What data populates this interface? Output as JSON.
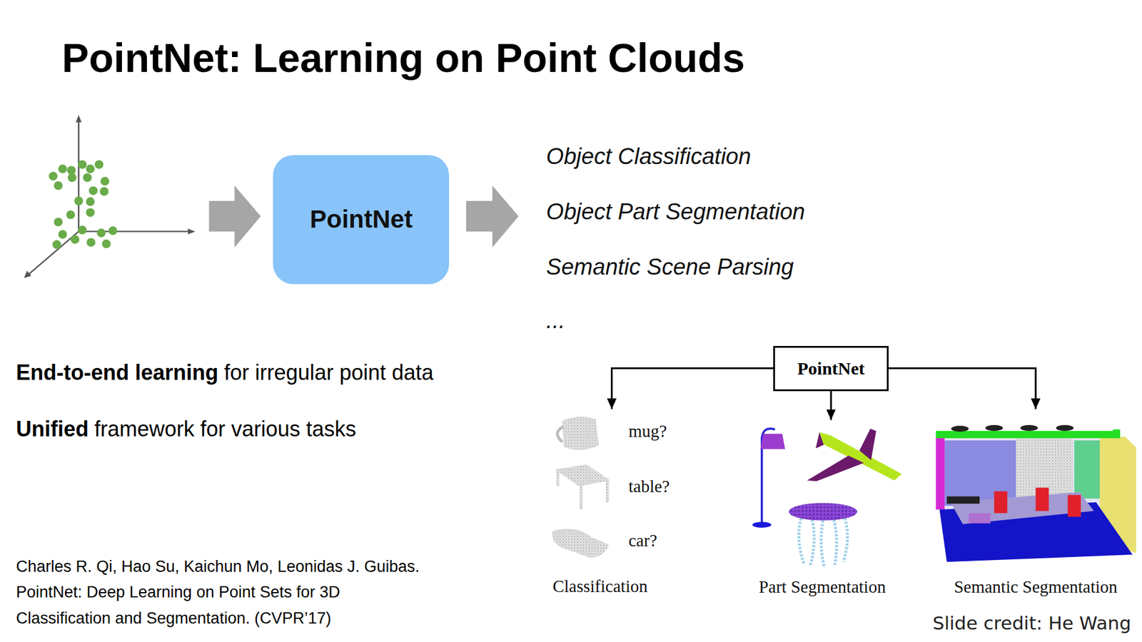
{
  "diagram": {
    "title": "PointNet: Learning on Point Clouds",
    "nodes": [
      {
        "text": [
          "PointNet"
        ]
      },
      {
        "text": [
          "PointNet"
        ]
      },
      {
        "text": [
          "mug?",
          "table?",
          "car?",
          "Classification"
        ]
      },
      {
        "text": [
          "Part Segmentation"
        ]
      },
      {
        "text": [
          "Semantic Segmentation"
        ]
      }
    ],
    "edges": [
      {
        "from": 1,
        "to": 2,
        "arrow": "to"
      },
      {
        "from": 1,
        "to": 3,
        "arrow": "to"
      },
      {
        "from": 1,
        "to": 4,
        "arrow": "to"
      }
    ],
    "labels": [
      "Object Classification",
      "Object Part Segmentation",
      "Semantic Scene Parsing",
      "...",
      "End-to-end learning",
      "for irregular point data",
      "Unified",
      "framework for various tasks",
      "Charles R. Qi, Hao Su, Kaichun Mo, Leonidas J. Guibas.",
      "PointNet: Deep Learning on Point Sets for 3D",
      "Classification and Segmentation. (CVPR’17)",
      "Slide credit: He Wang"
    ]
  }
}
